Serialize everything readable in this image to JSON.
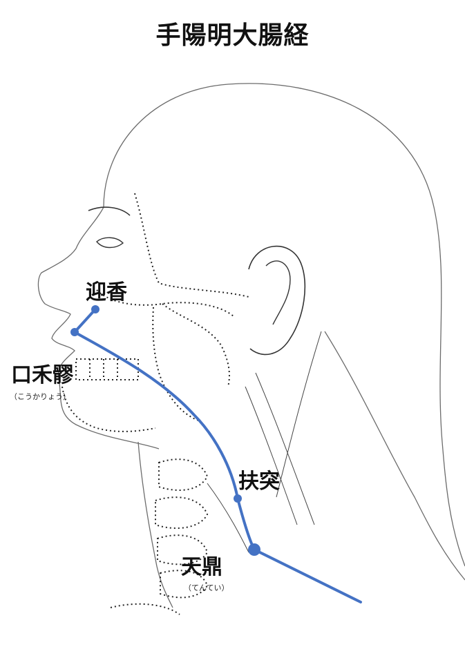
{
  "title": "手陽明大腸経",
  "points": {
    "geiko": {
      "label": "迎香"
    },
    "kowaryo": {
      "label": "口禾髎",
      "reading": "（こうかりょう）"
    },
    "futotsu": {
      "label": "扶突"
    },
    "tentei": {
      "label": "天鼎",
      "reading": "（てんてい）"
    }
  },
  "colors": {
    "meridian": "#4472c4",
    "outline": "#555555",
    "dotted": "#222222"
  }
}
